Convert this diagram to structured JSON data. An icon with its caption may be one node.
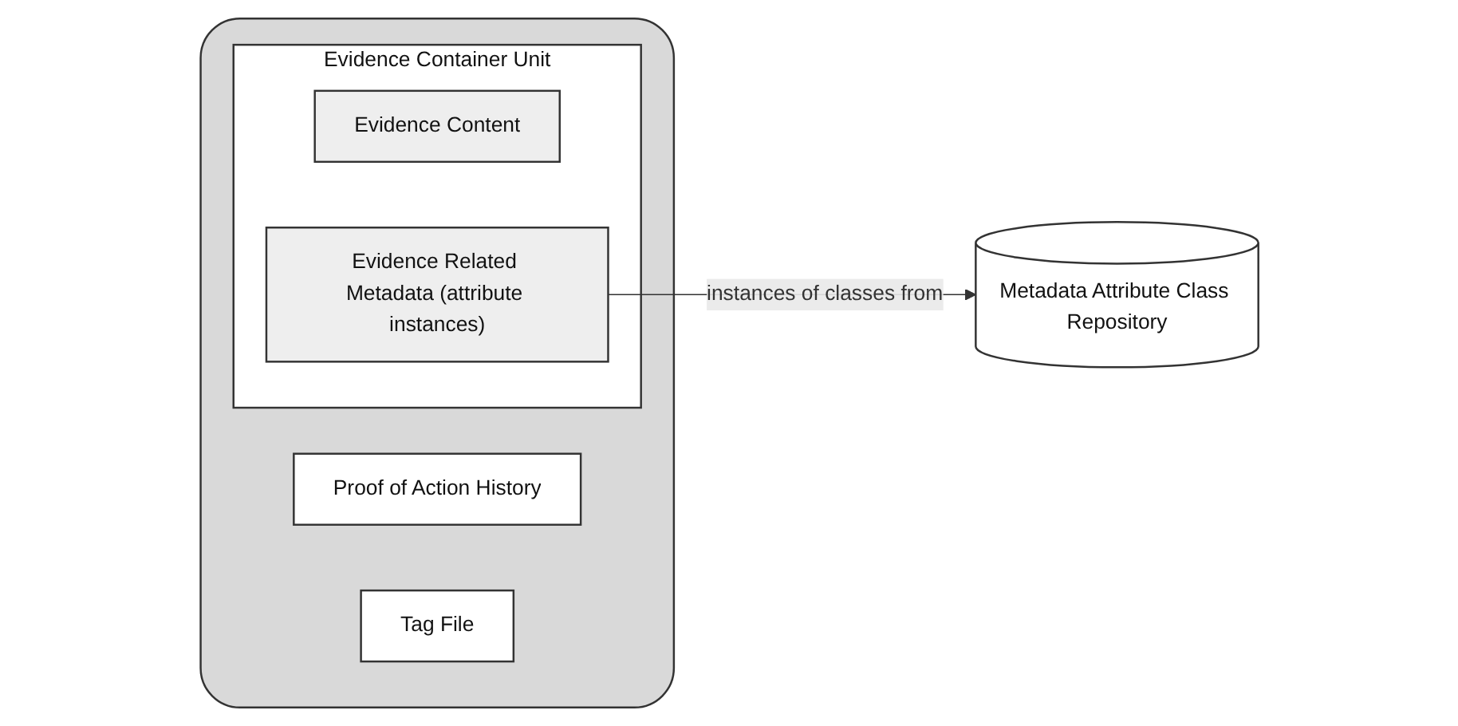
{
  "diagram": {
    "nodes": [
      {
        "text": [],
        "shape": "box"
      },
      {
        "text": [
          "Tag File"
        ],
        "in": 0
      },
      {
        "text": [
          "Evidence Container Unit"
        ],
        "in": 0
      },
      {
        "text": [
          "Evidence Related Metadata (attribute instances)"
        ],
        "in": 2
      },
      {
        "text": [
          "Evidence Content"
        ],
        "in": 2
      },
      {
        "text": [
          "Proof of Action History"
        ],
        "in": 0
      },
      {
        "text": [
          "Metadata Attribute Class Repository"
        ]
      }
    ],
    "edges": [
      {
        "from": 3,
        "to": 6,
        "label": "instances of classes from",
        "arrow": "to"
      }
    ]
  }
}
